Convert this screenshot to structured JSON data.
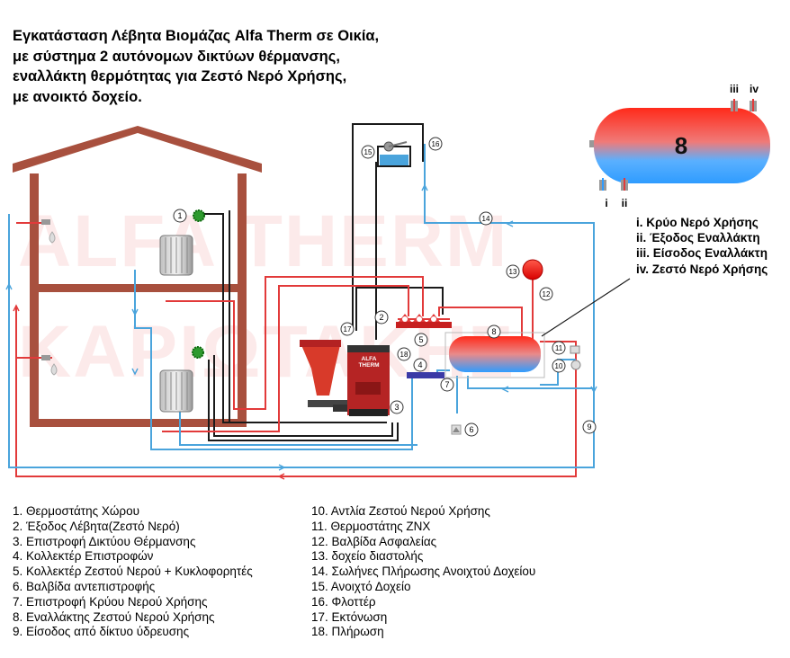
{
  "title": {
    "line1": "Εγκατάσταση Λέβητα Βιομάζας Alfa Therm σε Οικία,",
    "line2": "με σύστημα 2 αυτόνομων δικτύων θέρμανσης,",
    "line3": "εναλλάκτη θερμότητας για Ζεστό Νερό Χρήσης,",
    "line4": "με ανοικτό δοχείο."
  },
  "watermark": {
    "line1": "ALFA THERM",
    "line2": "ΚΑΡΙΩΤΑΚΗΣ"
  },
  "boiler_label": {
    "line1": "ALFA",
    "line2": "THERM"
  },
  "tank_big": {
    "number": "8",
    "ports": [
      "i",
      "ii",
      "iii",
      "iv"
    ]
  },
  "roman_legend": [
    "i. Κρύο Νερό Χρήσης",
    "ii. Έξοδος Εναλλάκτη",
    "iii. Είσοδος Εναλλάκτη",
    "iv. Ζεστό Νερό Χρήσης"
  ],
  "callouts": [
    "1",
    "2",
    "3",
    "4",
    "5",
    "6",
    "7",
    "8",
    "9",
    "10",
    "11",
    "12",
    "13",
    "14",
    "15",
    "16",
    "17",
    "18"
  ],
  "legend_left": [
    "1. Θερμοστάτης Χώρου",
    "2. Έξοδος Λέβητα(Ζεστό Νερό)",
    "3. Επιστροφή Δικτύου Θέρμανσης",
    "4. Κολλεκτέρ Επιστροφών",
    "5. Κολλεκτέρ Ζεστού Νερού + Κυκλοφορητές",
    "6. Βαλβίδα αντεπιστροφής",
    "7. Επιστροφή Κρύου Νερού Χρήσης",
    "8. Εναλλάκτης Ζεστού Νερού Χρήσης",
    "9. Είσοδος από δίκτυο ύδρευσης"
  ],
  "legend_right": [
    "10. Αντλία Ζεστού Νερού Χρήσης",
    "11. Θερμοστάτης ΖΝΧ",
    "12. Βαλβίδα Ασφαλείας",
    "13. δοχείο διαστολής",
    "14. Σωλήνες Πλήρωσης Ανοιχτού Δοχείου",
    "15. Ανοιχτό Δοχείο",
    "16. Φλοττέρ",
    "17. Εκτόνωση",
    "18. Πλήρωση"
  ],
  "colors": {
    "house": "#a8503e",
    "hot_pipe": "#e23a3a",
    "cold_pipe": "#4aa4dc",
    "black_pipe": "#1a1a1a",
    "feeder": "#d83a2a",
    "title_text": "#000000"
  },
  "icons": [
    "thermostat-icon",
    "radiator-icon",
    "tap-icon",
    "pump-icon",
    "expansion-vessel-icon",
    "check-valve-icon",
    "float-valve-icon"
  ]
}
